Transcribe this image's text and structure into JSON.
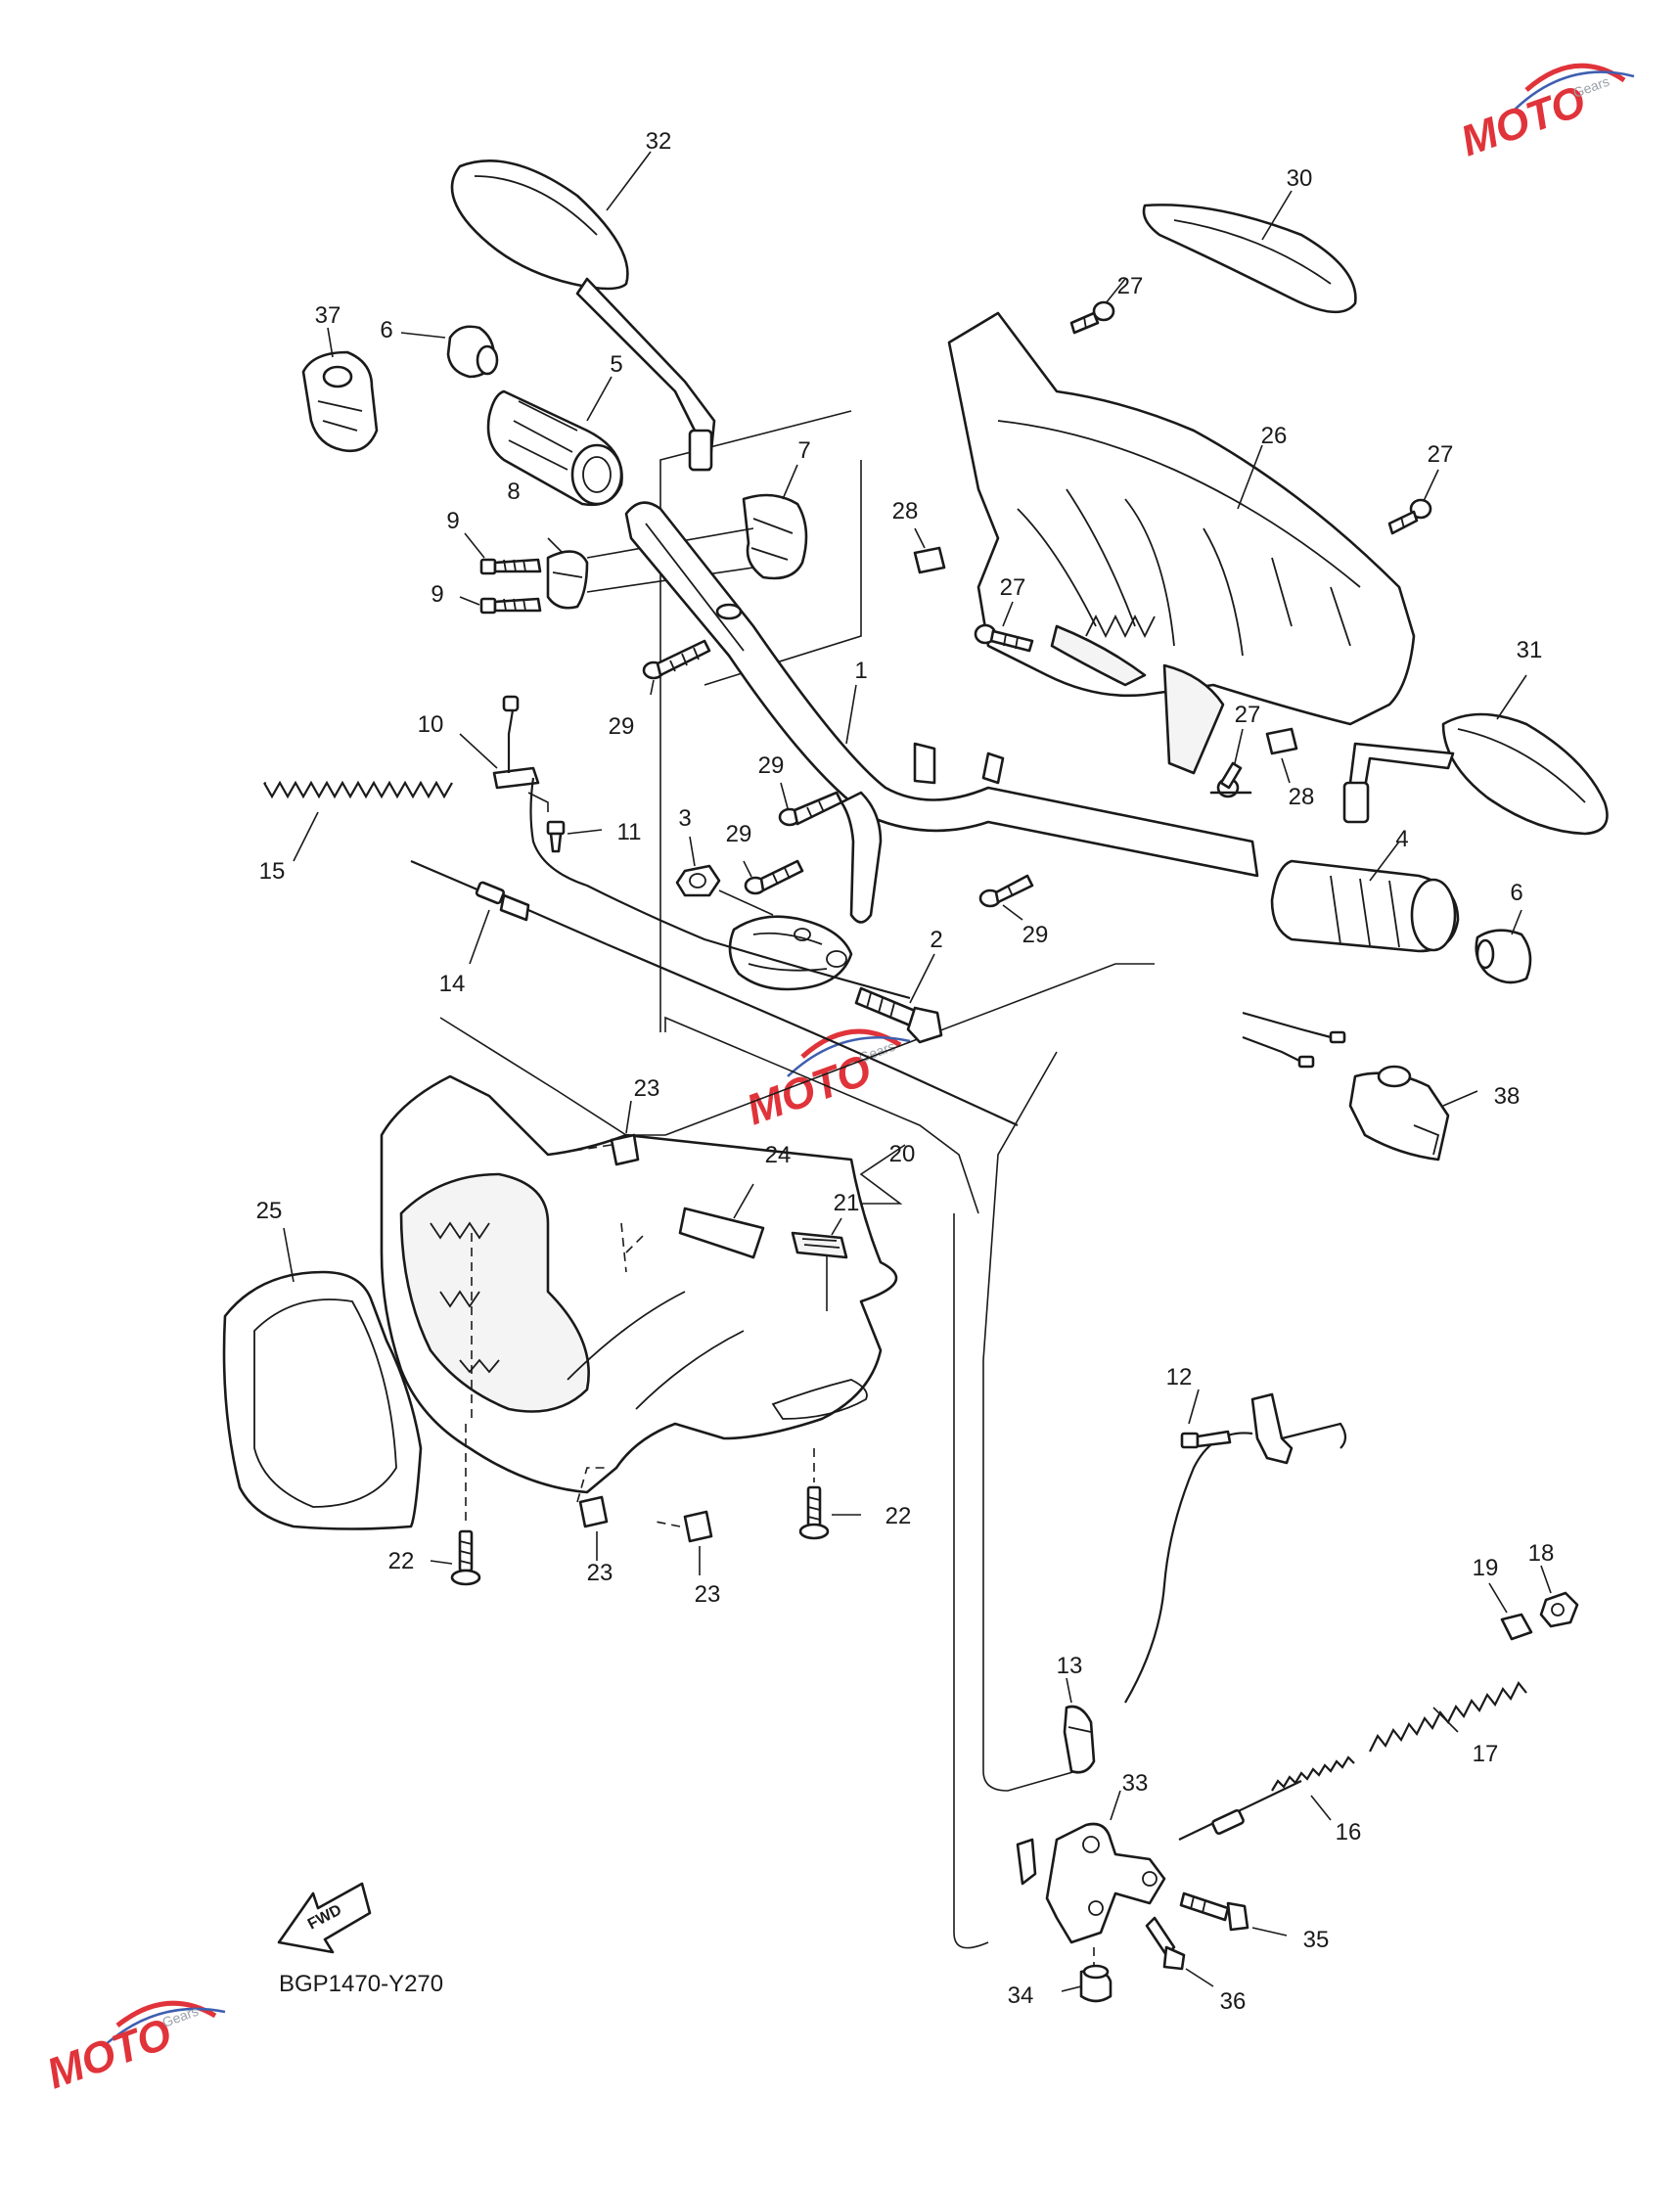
{
  "figure_code": "BGP1470-Y270",
  "fwd_label": "FWD",
  "watermark": {
    "main": "MOTO",
    "sub": "Gears",
    "colors": {
      "red": "#e0333a",
      "blue": "#3f5fb0",
      "gray": "#9aa0a8"
    }
  },
  "callouts": [
    "32",
    "30",
    "37",
    "6",
    "27",
    "5",
    "26",
    "27",
    "7",
    "8",
    "9",
    "28",
    "9",
    "27",
    "1",
    "29",
    "31",
    "10",
    "29",
    "27",
    "28",
    "11",
    "3",
    "29",
    "15",
    "4",
    "6",
    "2",
    "14",
    "29",
    "38",
    "23",
    "20",
    "24",
    "21",
    "25",
    "12",
    "22",
    "22",
    "23",
    "23",
    "18",
    "19",
    "13",
    "17",
    "33",
    "16",
    "35",
    "34",
    "36"
  ],
  "colors": {
    "ink": "#1a1a1a",
    "paper": "#ffffff"
  }
}
